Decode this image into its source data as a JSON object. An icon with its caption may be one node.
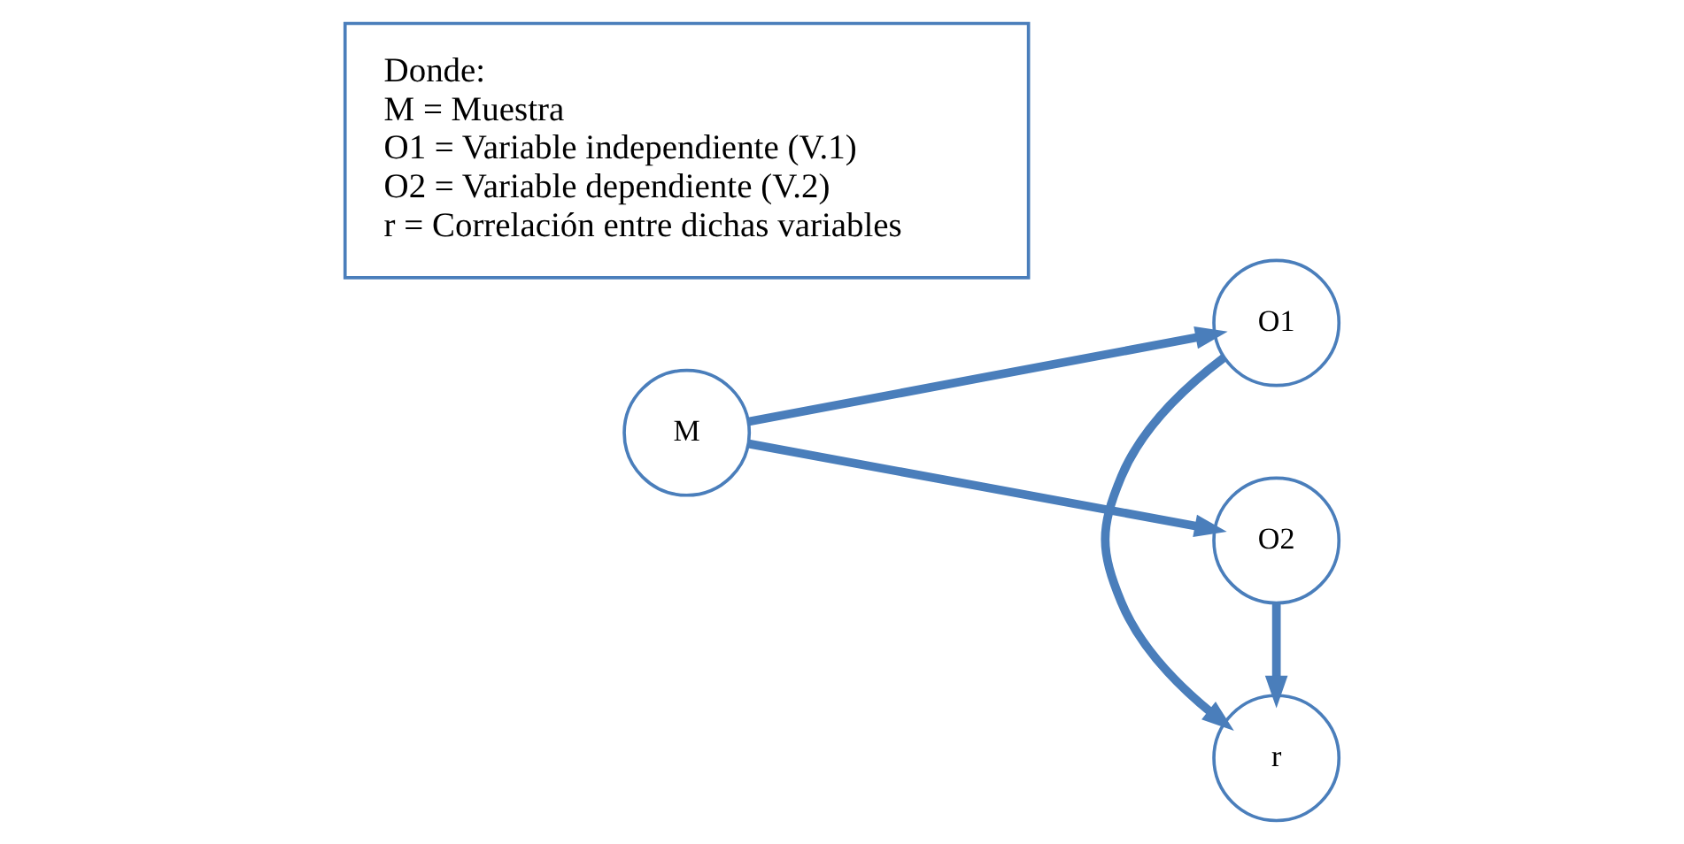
{
  "diagram": {
    "nodes": [
      {
        "text": [
          "M"
        ]
      },
      {
        "text": [
          "O1"
        ]
      },
      {
        "text": [
          "r"
        ]
      },
      {
        "text": [
          "O2"
        ]
      },
      {
        "text": [
          "Donde:",
          "M = Muestra",
          "O1 = Variable independiente (V.1)",
          "O2 = Variable dependiente (V.2)",
          "r = Correlación entre dichas variables"
        ]
      }
    ],
    "edges": [
      {
        "from": 0,
        "to": 1,
        "arrow": "to"
      },
      {
        "from": 1,
        "to": 2,
        "arrow": "to"
      },
      {
        "from": 0,
        "to": 3,
        "arrow": "to"
      },
      {
        "from": 3,
        "to": 2,
        "arrow": "to"
      }
    ]
  }
}
